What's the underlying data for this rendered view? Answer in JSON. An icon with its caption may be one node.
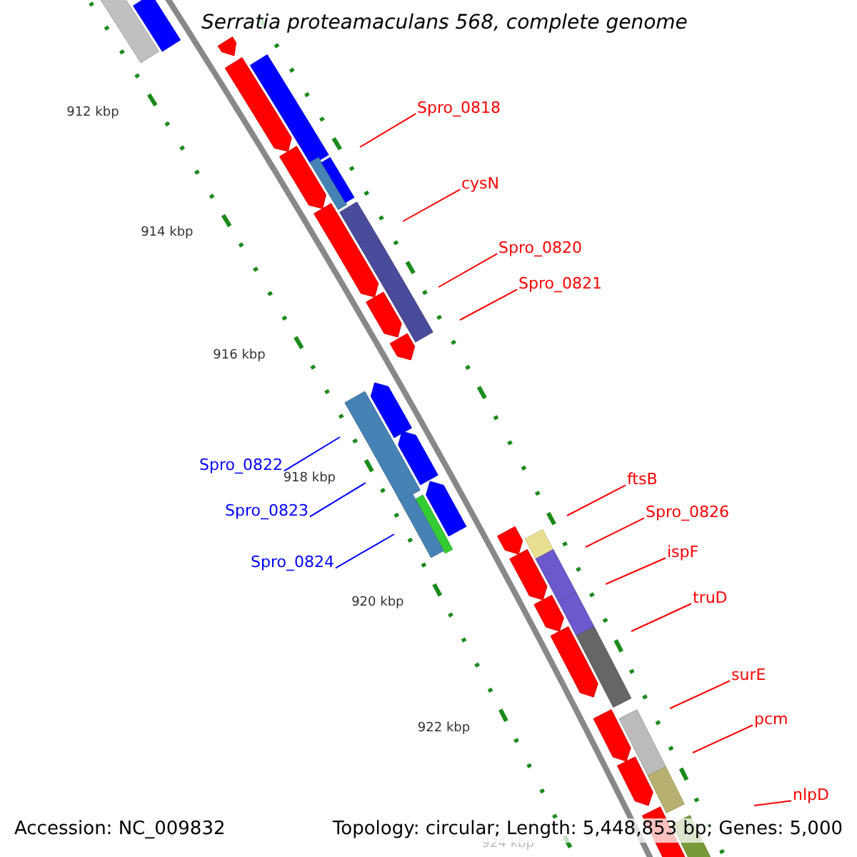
{
  "diagram": {
    "title": "Serratia proteamaculans 568, complete genome",
    "nodes": [
      {
        "text": [
          "Spro_0818"
        ]
      },
      {
        "text": [
          "cysN"
        ]
      },
      {
        "text": [
          "Spro_0820"
        ]
      },
      {
        "text": [
          "Spro_0821"
        ]
      },
      {
        "text": [
          "Spro_0822"
        ]
      },
      {
        "text": [
          "Spro_0823"
        ]
      },
      {
        "text": [
          "Spro_0824"
        ]
      },
      {
        "text": [
          "ftsB"
        ]
      },
      {
        "text": [
          "Spro_0826"
        ]
      },
      {
        "text": [
          "ispF"
        ]
      },
      {
        "text": [
          "truD"
        ]
      },
      {
        "text": [
          "surE"
        ]
      },
      {
        "text": [
          "pcm"
        ]
      },
      {
        "text": [
          "nlpD"
        ]
      }
    ],
    "edges": [
      {
        "from": 0,
        "to": null,
        "arrow": "none"
      },
      {
        "from": 1,
        "to": null,
        "arrow": "none"
      },
      {
        "from": 2,
        "to": null,
        "arrow": "none"
      },
      {
        "from": 3,
        "to": null,
        "arrow": "none"
      },
      {
        "from": 4,
        "to": null,
        "arrow": "none",
        "color": "#0000ff"
      },
      {
        "from": 5,
        "to": null,
        "arrow": "none",
        "color": "#0000ff"
      },
      {
        "from": 6,
        "to": null,
        "arrow": "none",
        "color": "#0000ff"
      },
      {
        "from": 7,
        "to": null,
        "arrow": "none"
      },
      {
        "from": 8,
        "to": null,
        "arrow": "none"
      },
      {
        "from": 9,
        "to": null,
        "arrow": "none"
      },
      {
        "from": 10,
        "to": null,
        "arrow": "none"
      },
      {
        "from": 11,
        "to": null,
        "arrow": "none"
      },
      {
        "from": 12,
        "to": null,
        "arrow": "none"
      },
      {
        "from": 13,
        "to": null,
        "arrow": "none"
      }
    ],
    "labels": [
      "912 kbp",
      "914 kbp",
      "916 kbp",
      "918 kbp",
      "920 kbp",
      "922 kbp",
      "924 kbp",
      "Accession: NC_009832",
      "Topology: circular; Length: 5,448,853 bp; Genes: 5,000"
    ]
  }
}
